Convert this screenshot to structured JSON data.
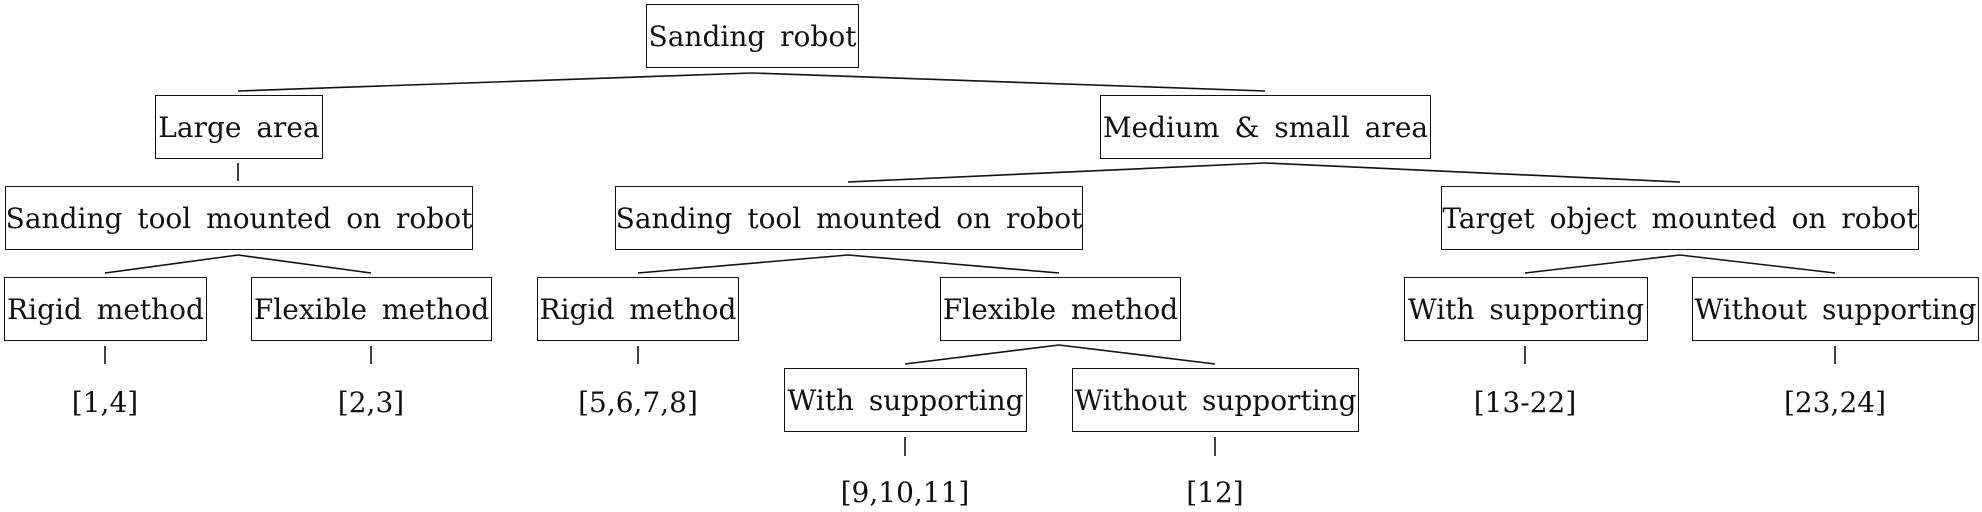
{
  "tree": {
    "root": "Sanding robot",
    "large_area": {
      "label": "Large area",
      "sanding_tool": {
        "label": "Sanding tool mounted on robot",
        "rigid": {
          "label": "Rigid method",
          "refs": "[1,4]"
        },
        "flexible": {
          "label": "Flexible method",
          "refs": "[2,3]"
        }
      }
    },
    "medium_small_area": {
      "label": "Medium & small area",
      "sanding_tool": {
        "label": "Sanding tool mounted on robot",
        "rigid": {
          "label": "Rigid method",
          "refs": "[5,6,7,8]"
        },
        "flexible": {
          "label": "Flexible method",
          "with_supporting": {
            "label": "With supporting",
            "refs": "[9,10,11]"
          },
          "without_supporting": {
            "label": "Without supporting",
            "refs": "[12]"
          }
        }
      },
      "target_object": {
        "label": "Target object mounted on robot",
        "with_supporting": {
          "label": "With supporting",
          "refs": "[13-22]"
        },
        "without_supporting": {
          "label": "Without supporting",
          "refs": "[23,24]"
        }
      }
    }
  }
}
